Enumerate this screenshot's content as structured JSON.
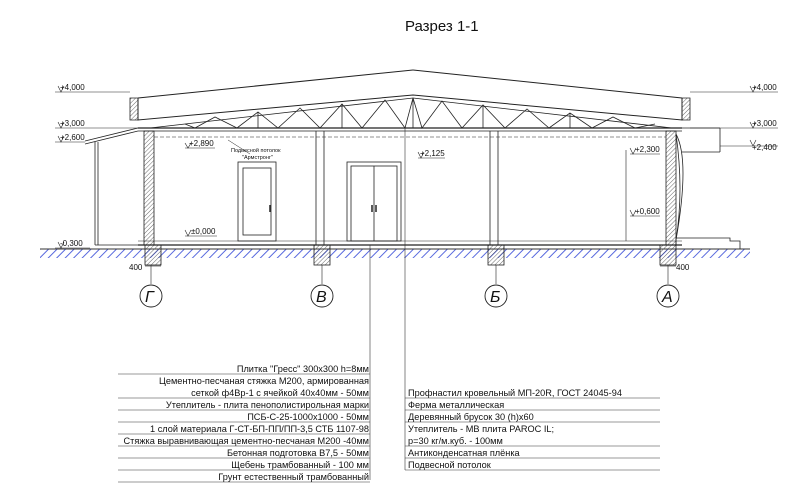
{
  "title": "Разрез 1-1",
  "axes": [
    "Г",
    "В",
    "Б",
    "А"
  ],
  "dims": {
    "left_width": "400",
    "right_width": "400"
  },
  "levels": {
    "left": [
      "+4,000",
      "+3,000",
      "+2,600",
      "-0,300"
    ],
    "right": [
      "+4,000",
      "+3,000",
      "+2,400"
    ],
    "interior": [
      "+2,890",
      "±0,000",
      "+2,125",
      "+2,300",
      "+0,600"
    ]
  },
  "notes": {
    "ceiling_1": "Подвесной потолок",
    "ceiling_2": "\"Армстронг\""
  },
  "floor_layers": [
    "Плитка \"Гресс\" 300х300 h=8мм",
    "Цементно-песчаная стяжка М200, армированная",
    "сеткой ф4Вр-1 с ячейкой 40х40мм - 50мм",
    "Утеплитель - плита пенополистирольная марки",
    "ПСБ-С-25-1000х1000 - 50мм",
    "1 слой материала Г-СТ-БП-ПП/ПП-3,5 СТБ 1107-98",
    "Стяжка выравнивающая цементно-песчаная М200 -40мм",
    "Бетонная подготовка В7,5 - 50мм",
    "Щебень трамбованный - 100 мм",
    "Грунт естественный трамбованный"
  ],
  "roof_layers": [
    "Профнастил  кровельный МП-20R, ГОСТ 24045-94",
    "Ферма металлическая",
    "Деревянный брусок 30 (h)х60",
    "Утеплитель - МВ плита PAROC IL;",
    "р=30 кг/м.куб. - 100мм",
    "Антиконденсатная плёнка",
    "Подвесной потолок"
  ]
}
